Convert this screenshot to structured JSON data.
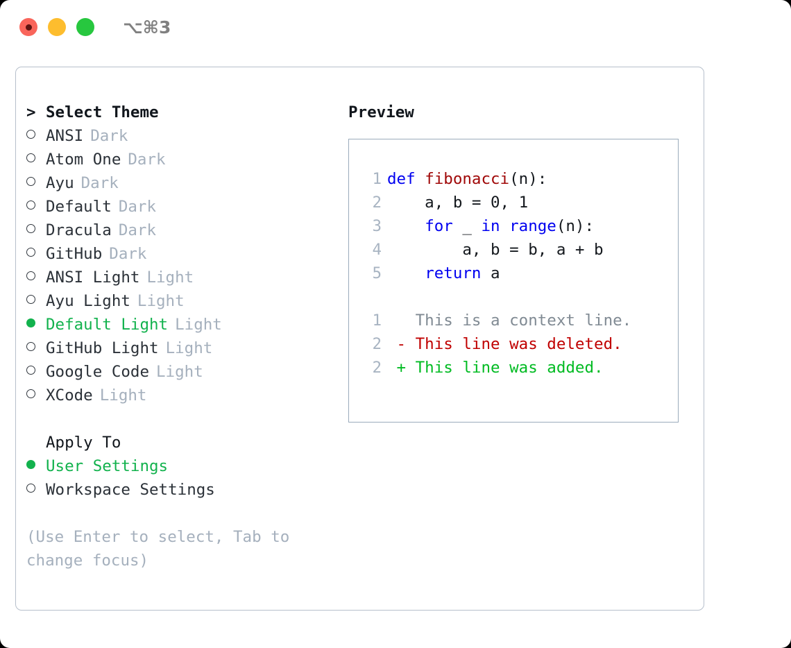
{
  "titlebar": {
    "shortcut": "⌥⌘3",
    "buttons": [
      {
        "name": "close",
        "color": "#f9655b"
      },
      {
        "name": "minimize",
        "color": "#fdbd2e"
      },
      {
        "name": "maximize",
        "color": "#27c73f"
      }
    ]
  },
  "theme_picker": {
    "heading_marker": ">",
    "heading": "Select Theme",
    "items": [
      {
        "marker": "○",
        "name": "ANSI",
        "category": "Dark",
        "selected": false
      },
      {
        "marker": "○",
        "name": "Atom One",
        "category": "Dark",
        "selected": false
      },
      {
        "marker": "○",
        "name": "Ayu",
        "category": "Dark",
        "selected": false
      },
      {
        "marker": "○",
        "name": "Default",
        "category": "Dark",
        "selected": false
      },
      {
        "marker": "○",
        "name": "Dracula",
        "category": "Dark",
        "selected": false
      },
      {
        "marker": "○",
        "name": "GitHub",
        "category": "Dark",
        "selected": false
      },
      {
        "marker": "○",
        "name": "ANSI Light",
        "category": "Light",
        "selected": false
      },
      {
        "marker": "○",
        "name": "Ayu Light",
        "category": "Light",
        "selected": false
      },
      {
        "marker": "●",
        "name": "Default Light",
        "category": "Light",
        "selected": true
      },
      {
        "marker": "○",
        "name": "GitHub Light",
        "category": "Light",
        "selected": false
      },
      {
        "marker": "○",
        "name": "Google Code",
        "category": "Light",
        "selected": false
      },
      {
        "marker": "○",
        "name": "XCode",
        "category": "Light",
        "selected": false
      }
    ]
  },
  "apply_to": {
    "heading": "Apply To",
    "items": [
      {
        "marker": "●",
        "name": "User Settings",
        "selected": true
      },
      {
        "marker": "○",
        "name": "Workspace Settings",
        "selected": false
      }
    ]
  },
  "hint": "(Use Enter to select, Tab to change focus)",
  "preview": {
    "title": "Preview",
    "code_lines": [
      {
        "num": "1",
        "tokens": [
          {
            "t": "def",
            "c": "kw"
          },
          {
            "t": " ",
            "c": "plain"
          },
          {
            "t": "fibonacci",
            "c": "fn"
          },
          {
            "t": "(n):",
            "c": "plain"
          }
        ]
      },
      {
        "num": "2",
        "tokens": [
          {
            "t": "    a, b = 0, 1",
            "c": "plain"
          }
        ]
      },
      {
        "num": "3",
        "tokens": [
          {
            "t": "    ",
            "c": "plain"
          },
          {
            "t": "for",
            "c": "kw"
          },
          {
            "t": " _ ",
            "c": "plain"
          },
          {
            "t": "in",
            "c": "kw"
          },
          {
            "t": " ",
            "c": "plain"
          },
          {
            "t": "range",
            "c": "kw"
          },
          {
            "t": "(n):",
            "c": "plain"
          }
        ]
      },
      {
        "num": "4",
        "tokens": [
          {
            "t": "        a, b = b, a + b",
            "c": "plain"
          }
        ]
      },
      {
        "num": "5",
        "tokens": [
          {
            "t": "    ",
            "c": "plain"
          },
          {
            "t": "return",
            "c": "kw"
          },
          {
            "t": " a",
            "c": "plain"
          }
        ]
      }
    ],
    "diff_lines": [
      {
        "num": "1",
        "prefix": " ",
        "text": " This is a context line.",
        "kind": "ctx"
      },
      {
        "num": "2",
        "prefix": "-",
        "text": " This line was deleted.",
        "kind": "del"
      },
      {
        "num": "2",
        "prefix": "+",
        "text": " This line was added.",
        "kind": "add"
      }
    ]
  },
  "colors": {
    "accent_green": "#12b24d",
    "muted": "#a5b0bd",
    "text": "#2b3138",
    "panel_border": "#9aabbb",
    "window_border": "#b6bfcb",
    "keyword_blue": "#0000f0",
    "function_red": "#a00808",
    "diff_delete": "#c00000",
    "diff_add": "#00bb22"
  }
}
